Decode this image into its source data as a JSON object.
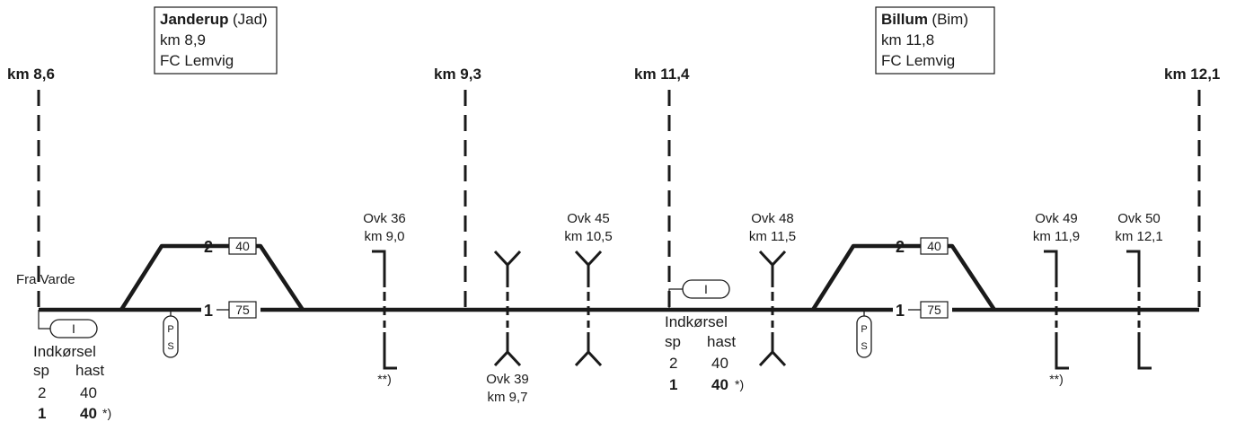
{
  "colors": {
    "line": "#1a1a1a",
    "background": "#ffffff"
  },
  "stations": {
    "janderup": {
      "name": "Janderup",
      "code": "(Jad)",
      "km": "km 8,9",
      "operator": "FC Lemvig"
    },
    "billum": {
      "name": "Billum",
      "code": "(Bim)",
      "km": "km 11,8",
      "operator": "FC Lemvig"
    }
  },
  "markers": {
    "m1": "km 8,6",
    "m2": "km 9,3",
    "m3": "km 11,4",
    "m4": "km 12,1"
  },
  "origin_label": "Fra Varde",
  "tracks": {
    "jad_track2": "2",
    "jad_track1": "1",
    "jad_speed2": "40",
    "jad_speed1": "75",
    "bim_track2": "2",
    "bim_track1": "1",
    "bim_speed2": "40",
    "bim_speed1": "75"
  },
  "crossings": {
    "ovk36": {
      "name": "Ovk 36",
      "km": "km 9,0"
    },
    "ovk39": {
      "name": "Ovk 39",
      "km": "km 9,7"
    },
    "ovk45": {
      "name": "Ovk 45",
      "km": "km 10,5"
    },
    "ovk48": {
      "name": "Ovk 48",
      "km": "km 11,5"
    },
    "ovk49": {
      "name": "Ovk 49",
      "km": "km 11,9"
    },
    "ovk50": {
      "name": "Ovk 50",
      "km": "km 12,1"
    }
  },
  "ps_sign": {
    "top": "P",
    "bottom": "S"
  },
  "signal_label": "I",
  "entry_left": {
    "title": "Indkørsel",
    "col1": "sp",
    "col2": "hast",
    "row1_track": "2",
    "row1_speed": "40",
    "row2_track": "1",
    "row2_speed": "40",
    "row2_note": "*)"
  },
  "entry_right": {
    "title": "Indkørsel",
    "col1": "sp",
    "col2": "hast",
    "row1_track": "2",
    "row1_speed": "40",
    "row2_track": "1",
    "row2_speed": "40",
    "row2_note": "*)"
  },
  "notes": {
    "ovk36_note": "**)",
    "ovk49_note": "**)"
  }
}
